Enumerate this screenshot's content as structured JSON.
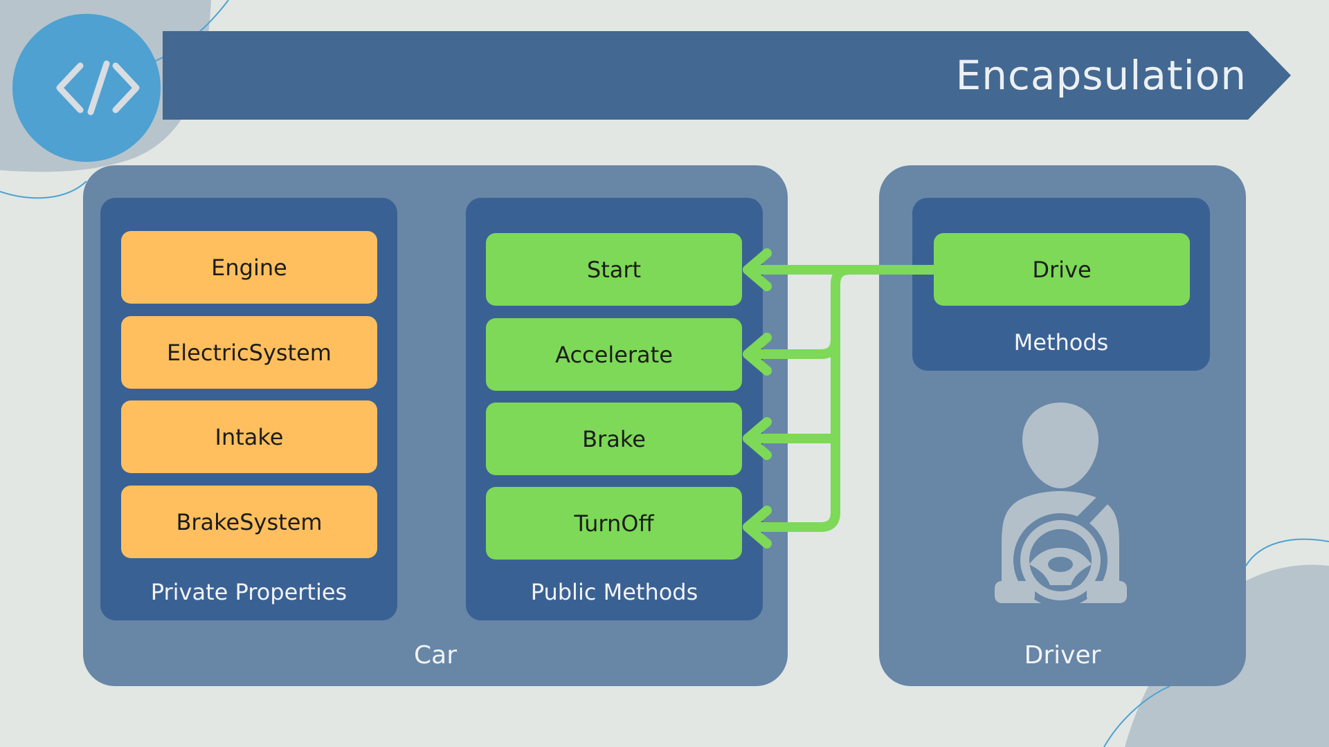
{
  "title": "Encapsulation",
  "car": {
    "label": "Car",
    "private_properties": {
      "label": "Private Properties",
      "items": [
        "Engine",
        "ElectricSystem",
        "Intake",
        "BrakeSystem"
      ]
    },
    "public_methods": {
      "label": "Public Methods",
      "items": [
        "Start",
        "Accelerate",
        "Brake",
        "TurnOff"
      ]
    }
  },
  "driver": {
    "label": "Driver",
    "methods": {
      "label": "Methods",
      "items": [
        "Drive"
      ]
    }
  },
  "icons": [
    "code-icon",
    "driver-icon",
    "steering-wheel-icon"
  ],
  "colors": {
    "background": "#e2e7e4",
    "banner": "#436891",
    "outer_panel": "#6886a6",
    "inner_panel": "#3a6194",
    "private_property": "#ffbf5e",
    "method": "#7dd957",
    "connector": "#7dd957",
    "logo": "#4ea1d1"
  }
}
